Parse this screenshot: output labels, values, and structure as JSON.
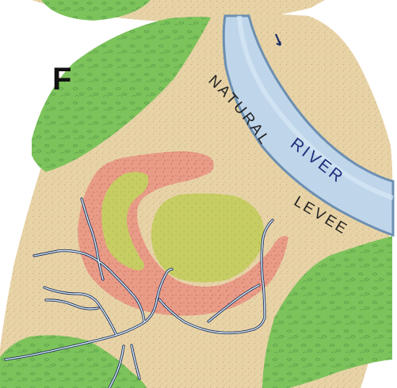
{
  "panel": {
    "label": "F"
  },
  "labels": {
    "natural": "NATURAL",
    "levee": "LEVEE",
    "river": "RIVER"
  },
  "legend_colors": {
    "green_area": "#7dc35b",
    "sand_area": "#e8d3a7",
    "river_blue": "#bfd5ea",
    "red_area": "#e89c87",
    "yellow_area": "#c6cd63",
    "channel_lines": "#1f2e5a"
  },
  "icons": {
    "arrow": "flow-direction-arrow"
  }
}
